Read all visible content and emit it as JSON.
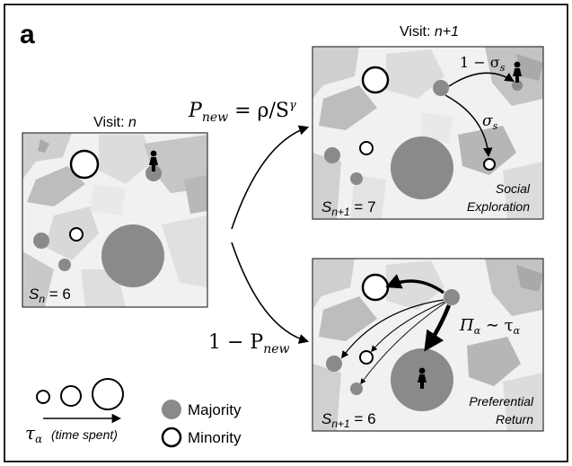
{
  "panel": {
    "label": "a"
  },
  "panels": {
    "left": {
      "title_prefix": "Visit: ",
      "title_var": "n",
      "s_var": "S",
      "s_sub": "n",
      "s_value": " = 6"
    },
    "top_right": {
      "title_prefix": "Visit: ",
      "title_var": "n+1",
      "s_var": "S",
      "s_sub": "n+1",
      "s_value": " = 7",
      "caption_line1": "Social",
      "caption_line2": "Exploration"
    },
    "bottom_right": {
      "s_var": "S",
      "s_sub": "n+1",
      "s_value": " = 6",
      "caption_line1": "Preferential",
      "caption_line2": "Return"
    }
  },
  "equations": {
    "p_new": "P",
    "p_new_sub": "new",
    "p_new_rhs": " = ρ/S",
    "p_new_exp": "γ",
    "one_minus_p": "1 − P",
    "one_minus_p_sub": "new",
    "one_minus_sigma": "1 − σ",
    "one_minus_sigma_sub": "s",
    "sigma": "σ",
    "sigma_sub": "s",
    "pi": "Π",
    "pi_sub": "α",
    "pi_rhs": " ∼ τ",
    "pi_rhs_sub": "α"
  },
  "legend": {
    "tau": "τ",
    "tau_sub": "α",
    "time_spent": "(time spent)",
    "majority": "Majority",
    "minority": "Minority"
  },
  "colors": {
    "majority": "#8a8a8a",
    "minority_stroke": "#000000",
    "map_light": "#e6e6e6",
    "map_mid": "#cdcdcd",
    "map_dark": "#b3b3b3",
    "border": "#333333"
  }
}
